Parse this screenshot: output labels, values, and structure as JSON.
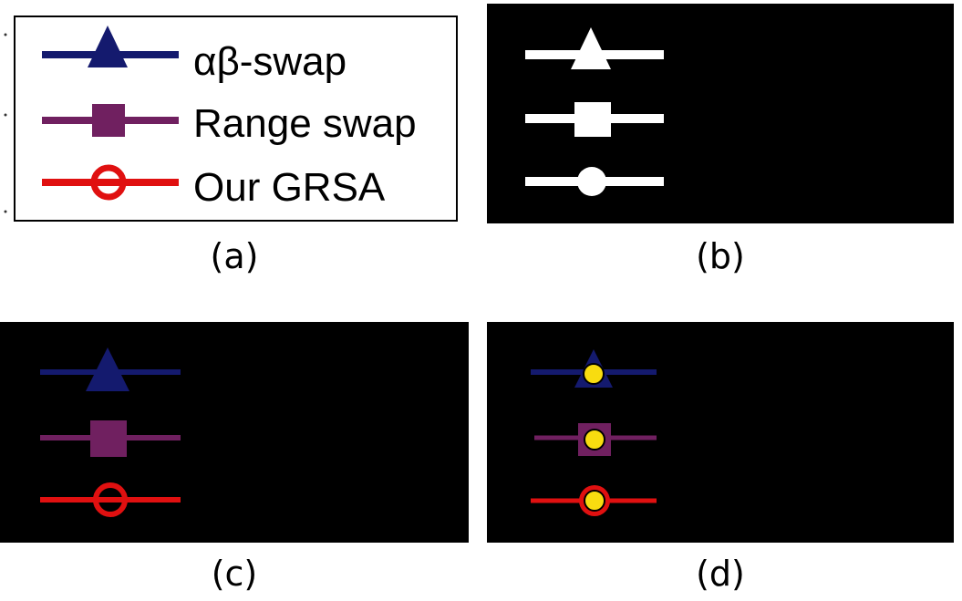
{
  "colors": {
    "alpha_beta": "#141a6e",
    "range_swap": "#702060",
    "grsa": "#e01010",
    "white": "#ffffff",
    "black": "#000000",
    "marker": "#f8dc10"
  },
  "legend": {
    "items": [
      {
        "label": "αβ-swap",
        "marker": "triangle"
      },
      {
        "label": "Range swap",
        "marker": "square"
      },
      {
        "label": "Our GRSA",
        "marker": "circle"
      }
    ]
  },
  "captions": {
    "a": "(a)",
    "b": "(b)",
    "c": "(c)",
    "d": "(d)"
  }
}
